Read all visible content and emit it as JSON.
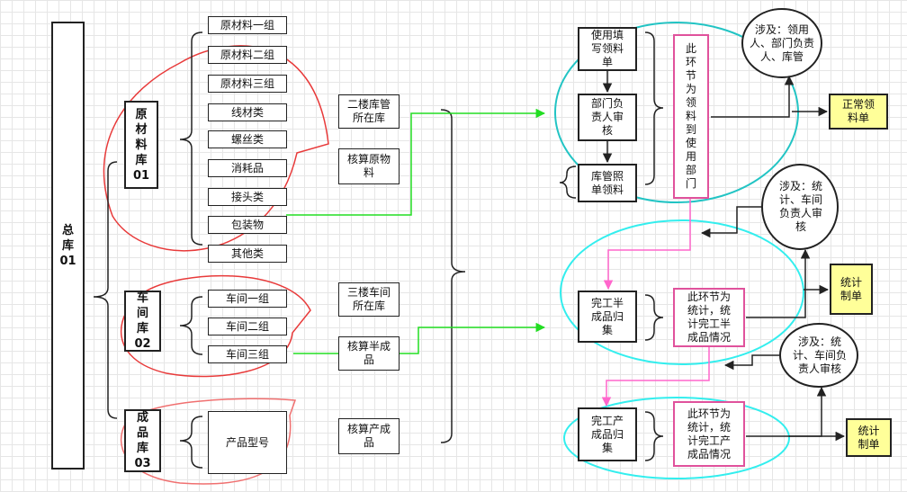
{
  "warehouse": {
    "main": "总\n库\n01",
    "raw": "原\n材\n料\n库\n01",
    "workshop": "车\n间\n库\n02",
    "finished": "成\n品\n库\n03"
  },
  "raw_groups": [
    "原材料一组",
    "原材料二组",
    "原材料三组",
    "线材类",
    "螺丝类",
    "消耗品",
    "接头类",
    "包装物",
    "其他类"
  ],
  "workshop_groups": [
    "车间一组",
    "车间二组",
    "车间三组"
  ],
  "product_model": "产品型号",
  "locations": {
    "floor2": "二楼库管\n所在库",
    "calc_raw": "核算原物\n料",
    "floor3": "三楼车间\n所在库",
    "calc_semi": "核算半成\n品",
    "calc_product": "核算产成\n品"
  },
  "process1": {
    "fill_form": "使用填\n写领料\n单",
    "dept_review": "部门负\n责人审\n核",
    "keeper_issue": "库管照\n单领料",
    "note": "此\n环\n节\n为\n领\n料\n到\n使\n用\n部\n门",
    "involves": "涉及：领用\n人、部门负责\n人、库管",
    "result": "正常领\n料单"
  },
  "process2": {
    "step": "完工半\n成品归\n集",
    "note": "此环节为\n统计，统\n计完工半\n成品情况",
    "involves": "涉及：统\n计、车间\n负责人审\n核",
    "result": "统计\n制单"
  },
  "process3": {
    "step": "完工产\n成品归\n集",
    "note": "此环节为\n统计，统\n计完工产\n成品情况",
    "involves": "涉及：统\n计、车间负\n责人审核",
    "result": "统计\n制单"
  }
}
